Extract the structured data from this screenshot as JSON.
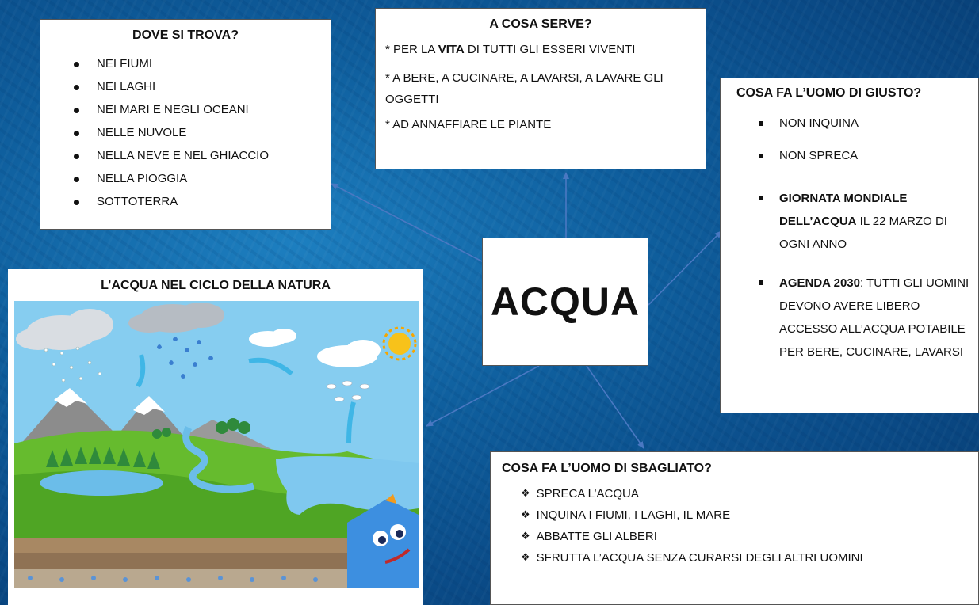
{
  "dove": {
    "title": "DOVE SI TROVA?",
    "items": [
      "NEI FIUMI",
      "NEI LAGHI",
      "NEI MARI E NEGLI OCEANI",
      "NELLE NUVOLE",
      "NELLA NEVE E NEL GHIACCIO",
      "NELLA PIOGGIA",
      "SOTTOTERRA"
    ]
  },
  "serve": {
    "title": "A COSA SERVE?",
    "line1_pre": "* PER LA ",
    "line1_bold": "VITA",
    "line1_post": " DI TUTTI GLI ESSERI VIVENTI",
    "line2": "* A BERE, A CUCINARE, A LAVARSI, A LAVARE GLI OGGETTI",
    "line3": "* AD ANNAFFIARE LE PIANTE"
  },
  "giusto": {
    "title": "COSA FA L’UOMO DI GIUSTO?",
    "item1": "NON INQUINA",
    "item2": "NON SPRECA",
    "item3_bold": "GIORNATA MONDIALE DELL’ACQUA",
    "item3_rest": " IL 22 MARZO DI OGNI ANNO",
    "item4_bold": "AGENDA 2030",
    "item4_rest": ": TUTTI GLI UOMINI DEVONO AVERE LIBERO ACCESSO ALL’ACQUA POTABILE PER BERE, CUCINARE, LAVARSI"
  },
  "center": {
    "label": "ACQUA"
  },
  "ciclo": {
    "title": "L’ACQUA NEL CICLO DELLA NATURA"
  },
  "sbagliato": {
    "title": "COSA FA L’UOMO DI SBAGLIATO?",
    "items": [
      "SPRECA L’ACQUA",
      "INQUINA I FIUMI, I LAGHI, IL MARE",
      "ABBATTE GLI ALBERI",
      "SFRUTTA L’ACQUA SENZA CURARSI DEGLI ALTRI UOMINI"
    ]
  },
  "colors": {
    "arrow": "#4a78c2",
    "sky": "#7cc8ee",
    "grass": "#5fb82c",
    "water": "#7fc8ef"
  }
}
